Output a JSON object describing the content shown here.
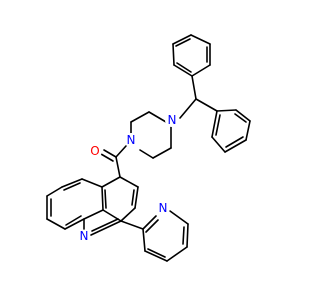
{
  "molecule": {
    "atom_labels": {
      "piperazine_n_top": "N",
      "piperazine_n_bottom": "N",
      "carbonyl_o": "O",
      "quinoline_n": "N",
      "pyridine_n": "N"
    },
    "colors": {
      "carbon": "#000000",
      "nitrogen": "#0000ff",
      "oxygen": "#ff0000",
      "background": "#ffffff"
    }
  }
}
